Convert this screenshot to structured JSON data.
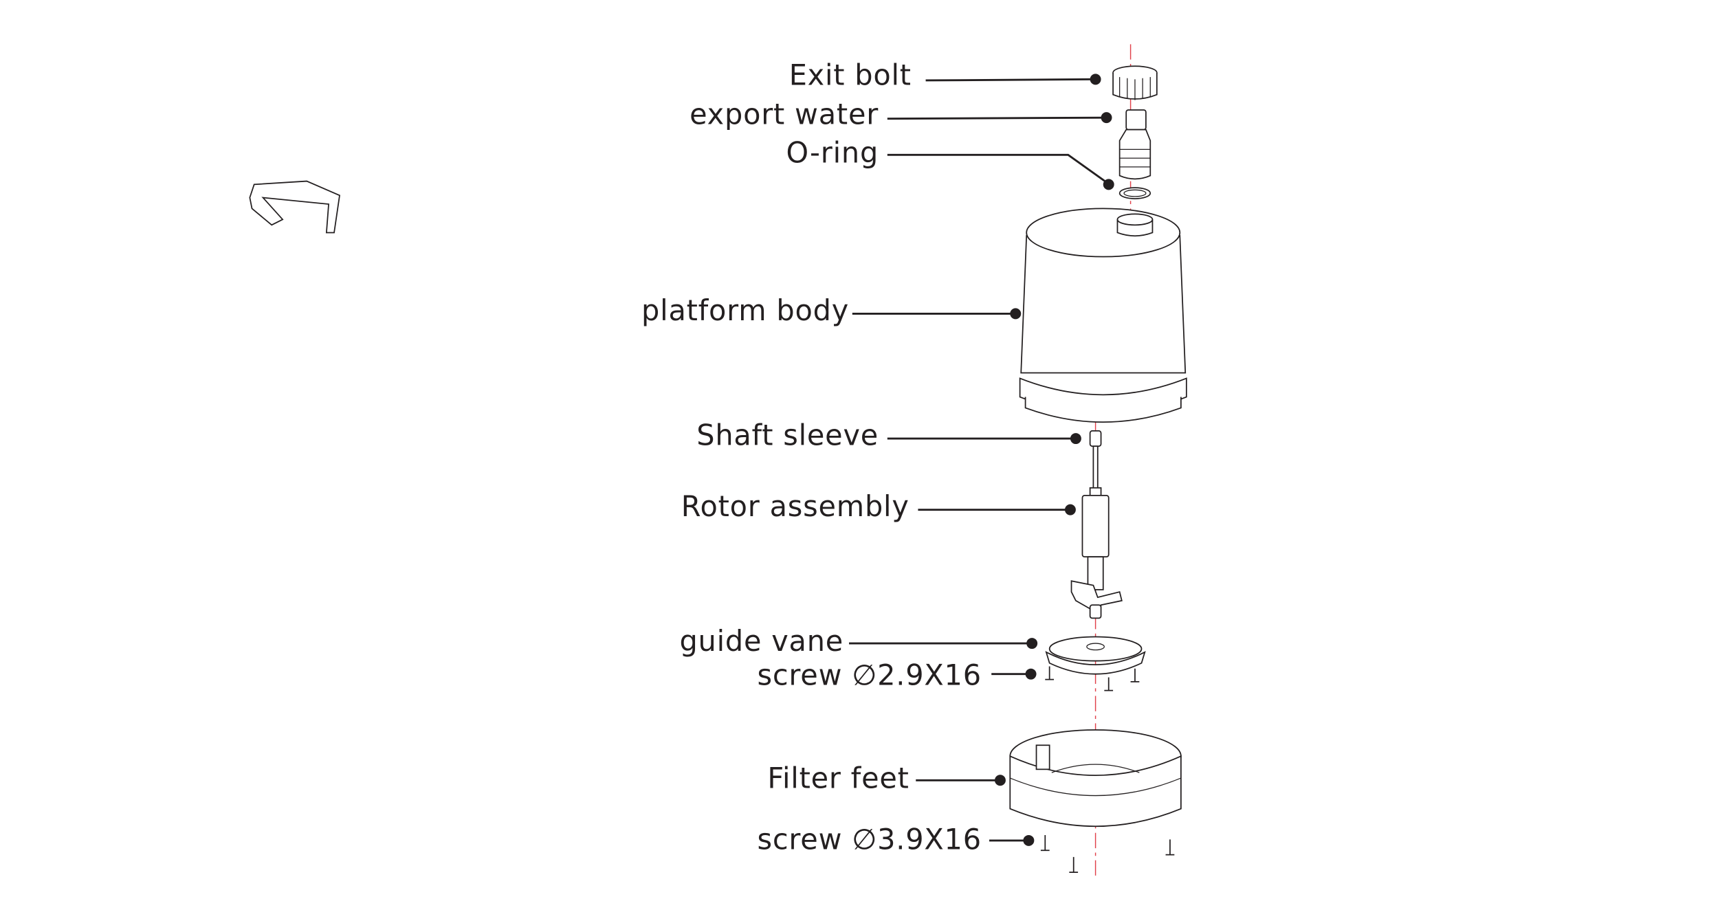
{
  "diagram": {
    "type": "exploded-view",
    "labels": {
      "exit_bolt": "Exit bolt",
      "export_water": "export water",
      "o_ring": "O-ring",
      "platform_body": "platform body",
      "shaft_sleeve": "Shaft sleeve",
      "rotor_assembly": "Rotor assembly",
      "guide_vane": "guide vane",
      "screw_small": "screw ∅2.9X16",
      "filter_feet": "Filter feet",
      "screw_large": "screw ∅3.9X16"
    },
    "colors": {
      "ink": "#231f20",
      "axis": "#e0404a"
    }
  }
}
